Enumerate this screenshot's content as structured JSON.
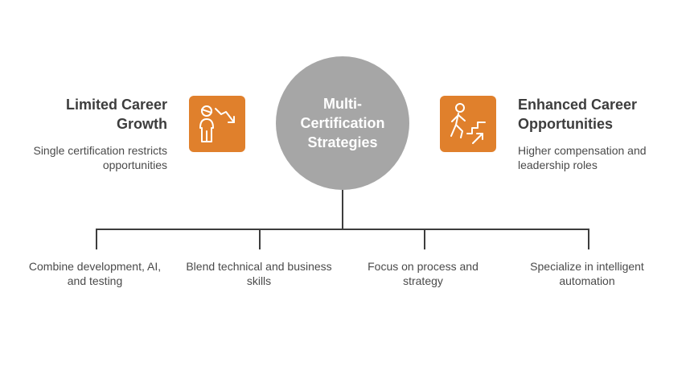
{
  "colors": {
    "circle": "#a6a6a6",
    "accent": "#e0802c",
    "connector": "#3d3d3d"
  },
  "center": {
    "label": "Multi-Certification Strategies"
  },
  "left": {
    "title": "Limited Career Growth",
    "description": "Single certification restricts opportunities",
    "icon": "person-declining-arrow-icon"
  },
  "right": {
    "title": "Enhanced Career Opportunities",
    "description": "Higher compensation and leadership roles",
    "icon": "person-climbing-stairs-icon"
  },
  "branches": [
    {
      "label": "Combine development, AI, and testing"
    },
    {
      "label": "Blend technical and business skills"
    },
    {
      "label": "Focus on process and strategy"
    },
    {
      "label": "Specialize in intelligent automation"
    }
  ]
}
